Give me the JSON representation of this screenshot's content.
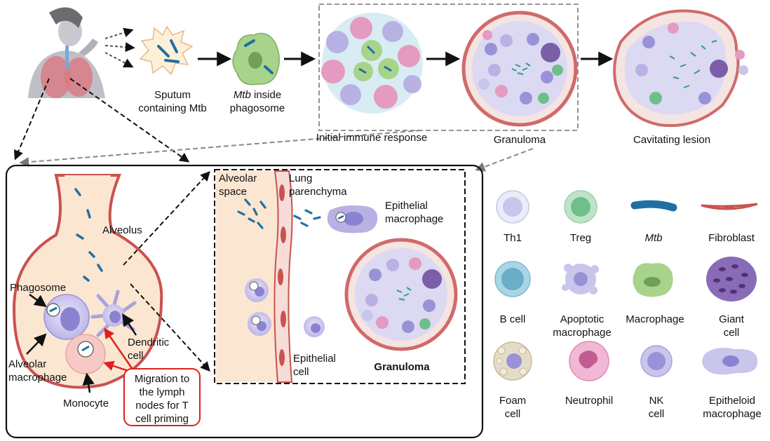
{
  "top_row": {
    "sputum": [
      "Sputum",
      "containing Mtb"
    ],
    "phagosome_em": "Mtb",
    "phagosome_rest": [
      " inside",
      "phagosome"
    ],
    "initial": "Initial immune response",
    "granuloma": "Granuloma",
    "cavitating": "Cavitating lesion"
  },
  "alveolus_panel": {
    "alveolus": "Alveolus",
    "phagosome": "Phagosome",
    "dendritic": [
      "Dendritic",
      "cell"
    ],
    "alveolar_macrophage": [
      "Alveolar",
      "macrophage"
    ],
    "monocyte": "Monocyte",
    "migration": [
      "Migration to",
      "the lymph",
      "nodes for T",
      "cell priming"
    ]
  },
  "inset": {
    "alveolar_space": [
      "Alveolar",
      "space"
    ],
    "lung_parenchyma": [
      "Lung",
      "parenchyma"
    ],
    "epithelial_macrophage": [
      "Epithelial",
      "macrophage"
    ],
    "epithelial_cell": [
      "Epithelial",
      "cell"
    ],
    "granuloma": "Granuloma"
  },
  "legend": [
    {
      "name": "Th1",
      "icon": "th1-cell-icon",
      "italic": false
    },
    {
      "name": "Treg",
      "icon": "treg-cell-icon",
      "italic": false
    },
    {
      "name": "Mtb",
      "icon": "mtb-bacillus-icon",
      "italic": true
    },
    {
      "name": "Fibroblast",
      "icon": "fibroblast-icon",
      "italic": false
    },
    {
      "name": "B cell",
      "icon": "b-cell-icon",
      "italic": false
    },
    {
      "name": "Apoptotic\nmacrophage",
      "icon": "apoptotic-macrophage-icon",
      "italic": false
    },
    {
      "name": "Macrophage",
      "icon": "macrophage-icon",
      "italic": false
    },
    {
      "name": "Giant\ncell",
      "icon": "giant-cell-icon",
      "italic": false
    },
    {
      "name": "Foam\ncell",
      "icon": "foam-cell-icon",
      "italic": false
    },
    {
      "name": "Neutrophil",
      "icon": "neutrophil-icon",
      "italic": false
    },
    {
      "name": "NK\ncell",
      "icon": "nk-cell-icon",
      "italic": false
    },
    {
      "name": "Epitheloid\nmacrophage",
      "icon": "epitheloid-macrophage-icon",
      "italic": false
    }
  ],
  "colors": {
    "mtb": "#1f6fa3",
    "th1": "#c9c6ec",
    "treg": "#6fbf8a",
    "macrophage": "#a8d38a",
    "neutrophil": "#e59ac0",
    "nk": "#9a92d8",
    "giant": "#7a5fa8",
    "tissue": "#fbe6d2",
    "vessel": "#c9524f",
    "arrow_red": "#e02020"
  }
}
